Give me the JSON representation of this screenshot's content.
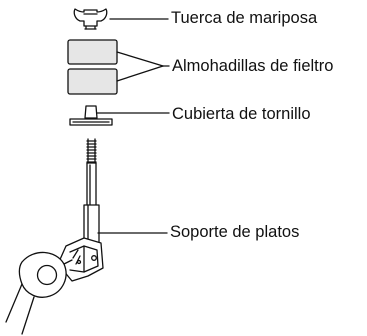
{
  "callouts": {
    "wing_nut": "Tuerca de mariposa",
    "felt_pads": "Almohadillas de fieltro",
    "screw_cover": "Cubierta de tornillo",
    "cymbal_holder": "Soporte de platos"
  },
  "colors": {
    "line": "#111111",
    "felt_fill": "#e6e6e6",
    "background": "#ffffff"
  }
}
